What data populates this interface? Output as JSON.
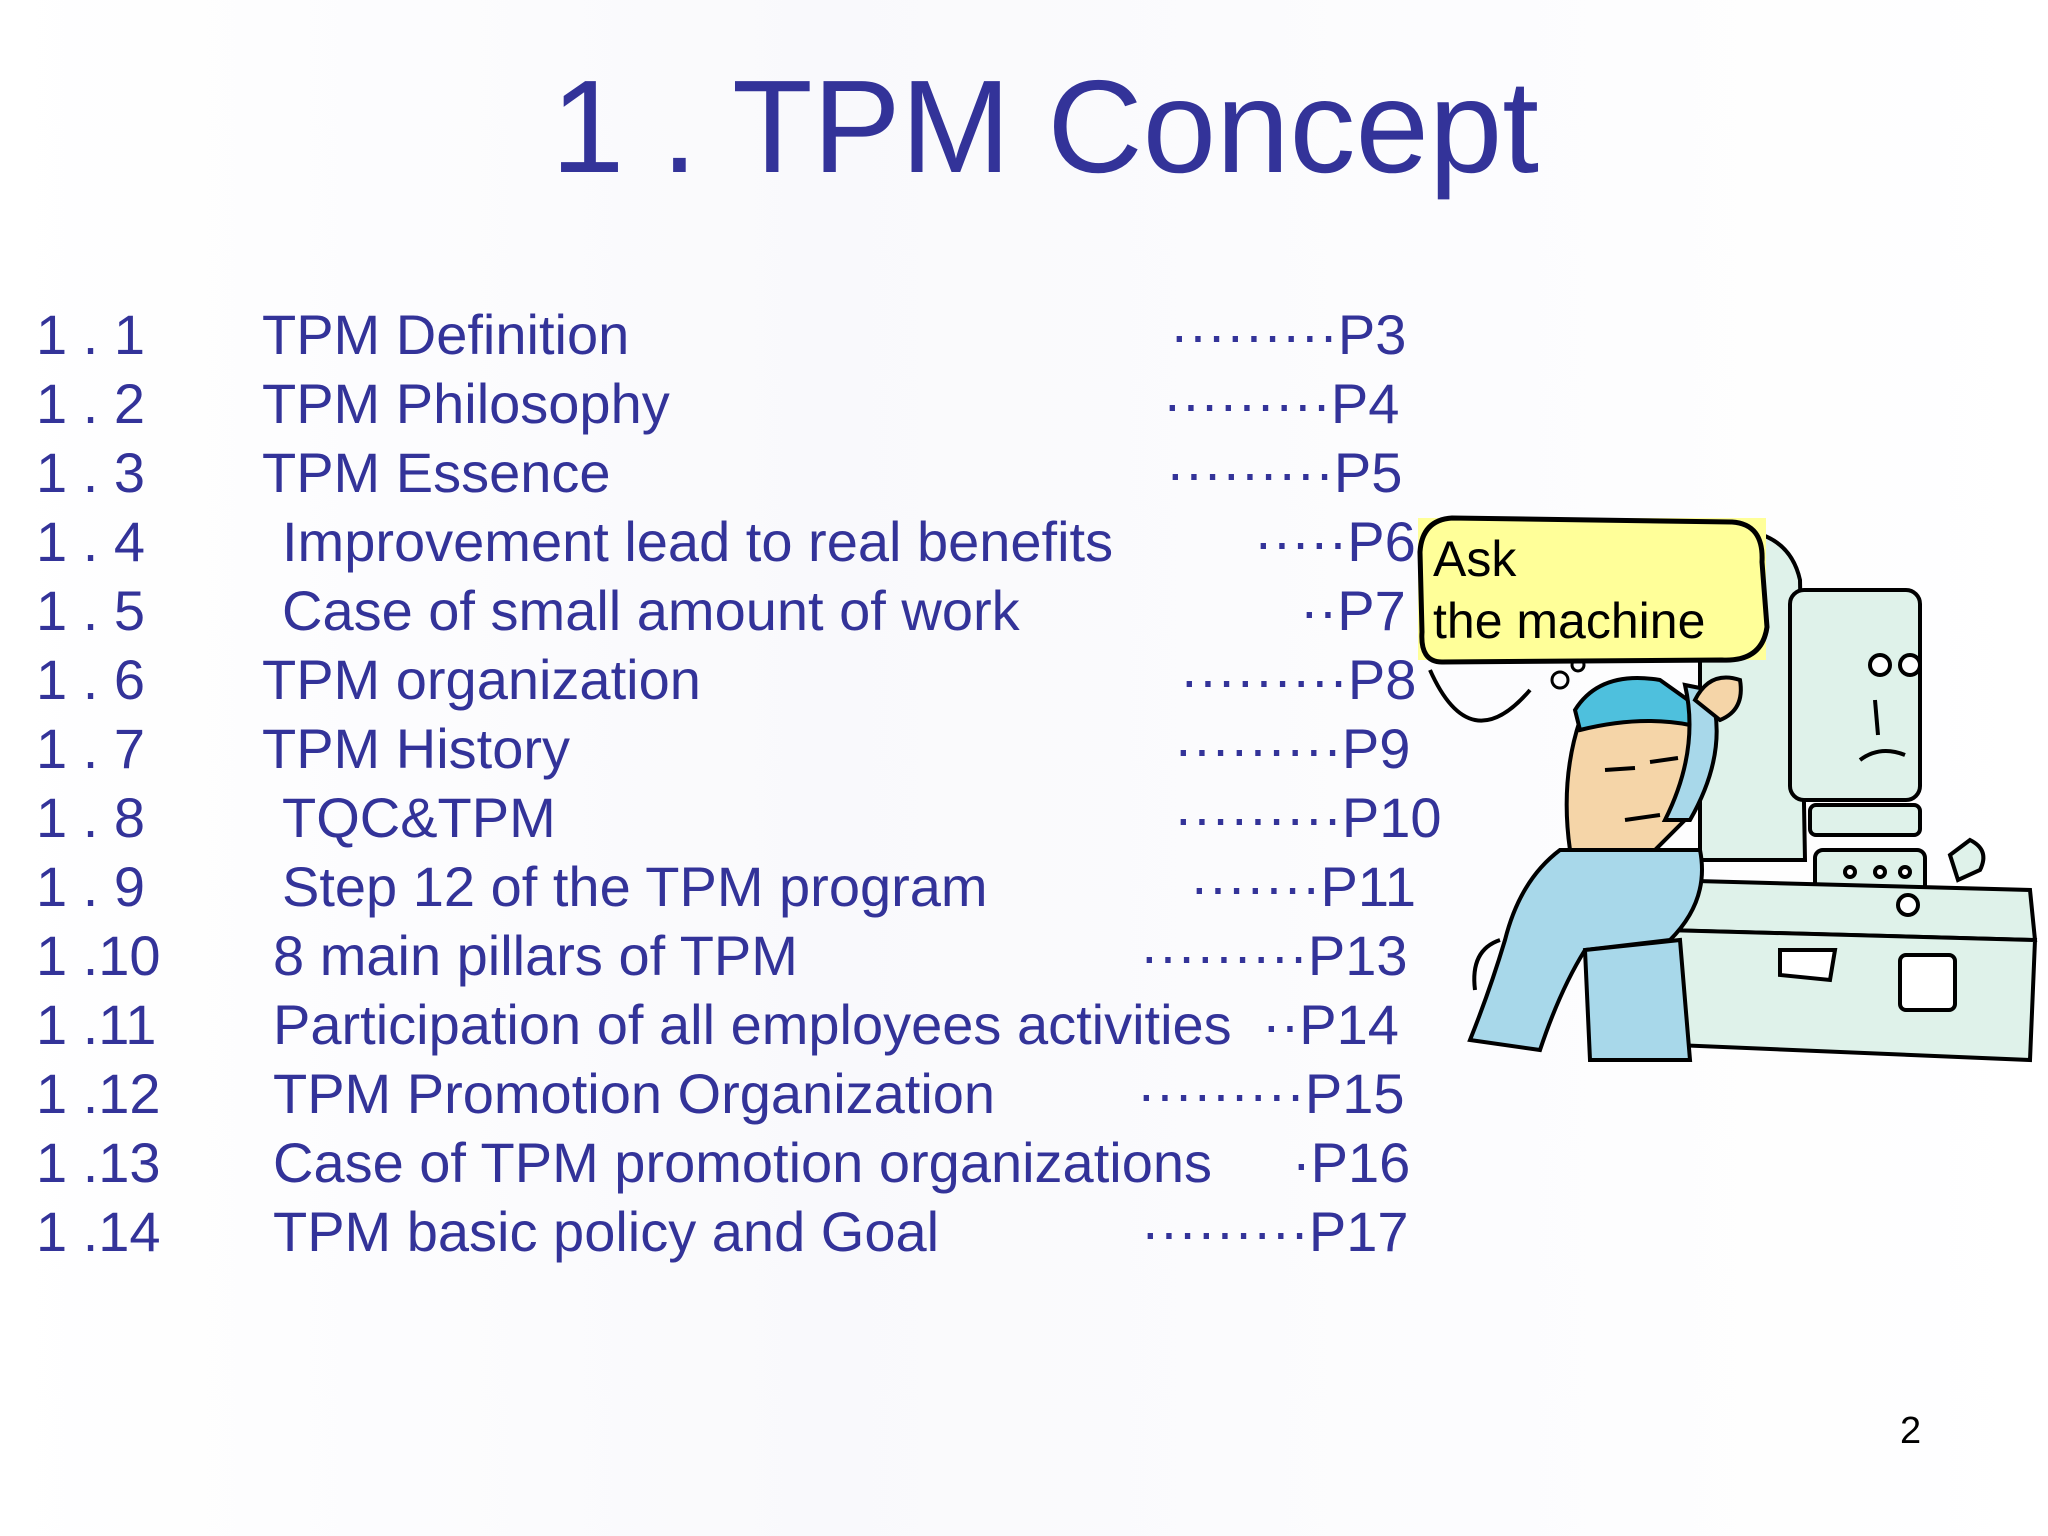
{
  "slide": {
    "title": "1 . TPM Concept",
    "page_number": "2"
  },
  "toc": [
    {
      "num": "1 . 1",
      "label": "TPM Definition",
      "page": "·········P3"
    },
    {
      "num": "1 . 2",
      "label": "TPM Philosophy",
      "page": "·········P4"
    },
    {
      "num": "1 . 3",
      "label": "TPM Essence",
      "page": "·········P5"
    },
    {
      "num": "1 . 4",
      "label": "Improvement lead to real benefits",
      "page": "·····P6"
    },
    {
      "num": "1 . 5",
      "label": "Case of  small amount of work",
      "page": "··P7"
    },
    {
      "num": "1 . 6",
      "label": "TPM organization",
      "page": "·········P8"
    },
    {
      "num": "1 . 7",
      "label": "TPM History",
      "page": "·········P9"
    },
    {
      "num": "1 . 8",
      "label": "TQC&TPM",
      "page": "·········P10"
    },
    {
      "num": "1 . 9",
      "label": "Step 12 of the TPM program",
      "page": "·······P11"
    },
    {
      "num": "1 .10",
      "label": "8 main pillars of TPM",
      "page": "·········P13"
    },
    {
      "num": "1 .11",
      "label": "Participation of all employees activities",
      "page": "··P14"
    },
    {
      "num": "1 .12",
      "label": "TPM Promotion Organization",
      "page": "·········P15"
    },
    {
      "num": "1 .13",
      "label": "Case of TPM promotion  organizations",
      "page": "·P16"
    },
    {
      "num": "1 .14",
      "label": "TPM basic policy and Goal",
      "page": "·········P17"
    }
  ],
  "callout": {
    "text": "Ask\nthe machine"
  },
  "colors": {
    "text": "#333399",
    "callout_bg": "#ffff99"
  }
}
